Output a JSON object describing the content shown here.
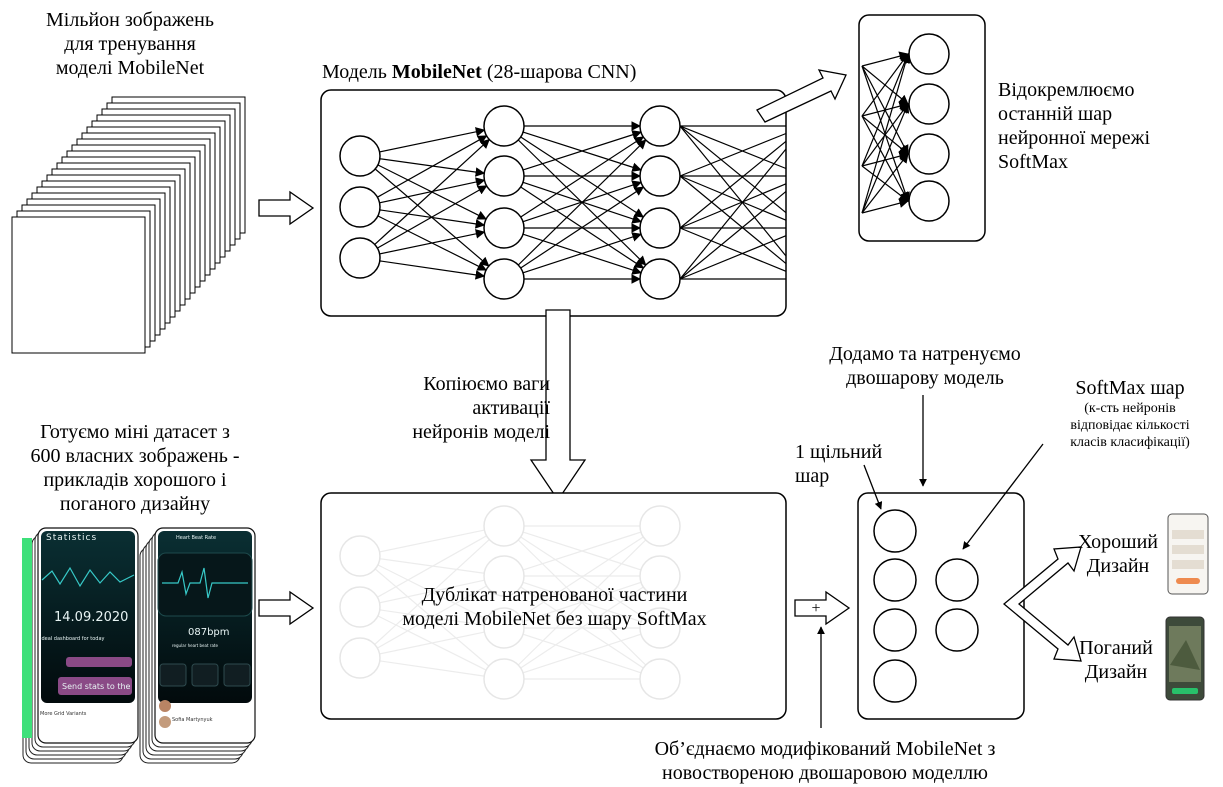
{
  "training": {
    "l1": "Мільйон зображень",
    "l2": "для тренування",
    "l3": "моделі MobileNet"
  },
  "mobilenet": {
    "pre": "Модель ",
    "bold": "MobileNet",
    "post": " (28-шарова CNN)"
  },
  "extract": {
    "l1": "Відокремлюємо",
    "l2": "останній шар",
    "l3": "нейронної мережі",
    "l4": "SoftMax"
  },
  "copy": {
    "l1": "Копіюємо ваги",
    "l2": "активації",
    "l3": "нейронів моделі"
  },
  "dataset": {
    "l1": "Готуємо міні датасет з",
    "l2": "600 власних зображень -",
    "l3": "прикладів хорошого і",
    "l4": "поганого дизайну"
  },
  "duplicate": {
    "l1": "Дублікат натренованої частини",
    "l2": "моделі MobileNet без шару SoftMax"
  },
  "add_train": {
    "l1": "Додамо та натренуємо",
    "l2": "двошарову модель"
  },
  "dense": {
    "l1": "1 щільний шар"
  },
  "softmax": {
    "title": "SoftMax шар",
    "s1": "(к-сть нейронів",
    "s2": "відповідає кількості",
    "s3": "класів класифікації)"
  },
  "good": {
    "l1": "Хороший",
    "l2": "Дизайн"
  },
  "bad": {
    "l1": "Поганий",
    "l2": "Дизайн"
  },
  "combine": {
    "l1": "Об’єднаємо модифікований MobileNet з",
    "l2": "новоствореною двошаровою моделлю"
  },
  "phone1": {
    "title": "Statistics",
    "date": "14.09.2020",
    "sub": "Ideal dashboard for today",
    "send": "Send stats to the",
    "footer": "More Grid Variants"
  },
  "phone2": {
    "title": "Heart Beat Rate",
    "bpm": "087bpm",
    "sub": "regular heart beat rate",
    "footer": "Sofia Martynyuk"
  },
  "colors": {
    "stroke": "#000000",
    "faded": "#e6e6e6",
    "screen": "#0a2f33",
    "wave": "#37c9c8",
    "accent": "#8a4a86"
  }
}
